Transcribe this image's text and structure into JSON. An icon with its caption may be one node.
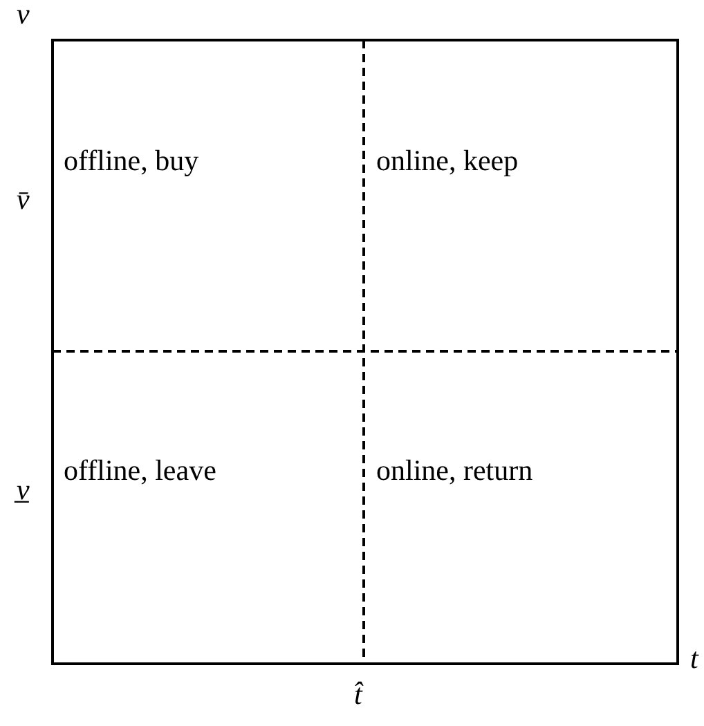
{
  "diagram": {
    "labels": [
      "v",
      "offline, buy",
      "online, keep",
      "v̄",
      "offline, leave",
      "online, return",
      "v̲",
      "t",
      "t̂"
    ]
  }
}
